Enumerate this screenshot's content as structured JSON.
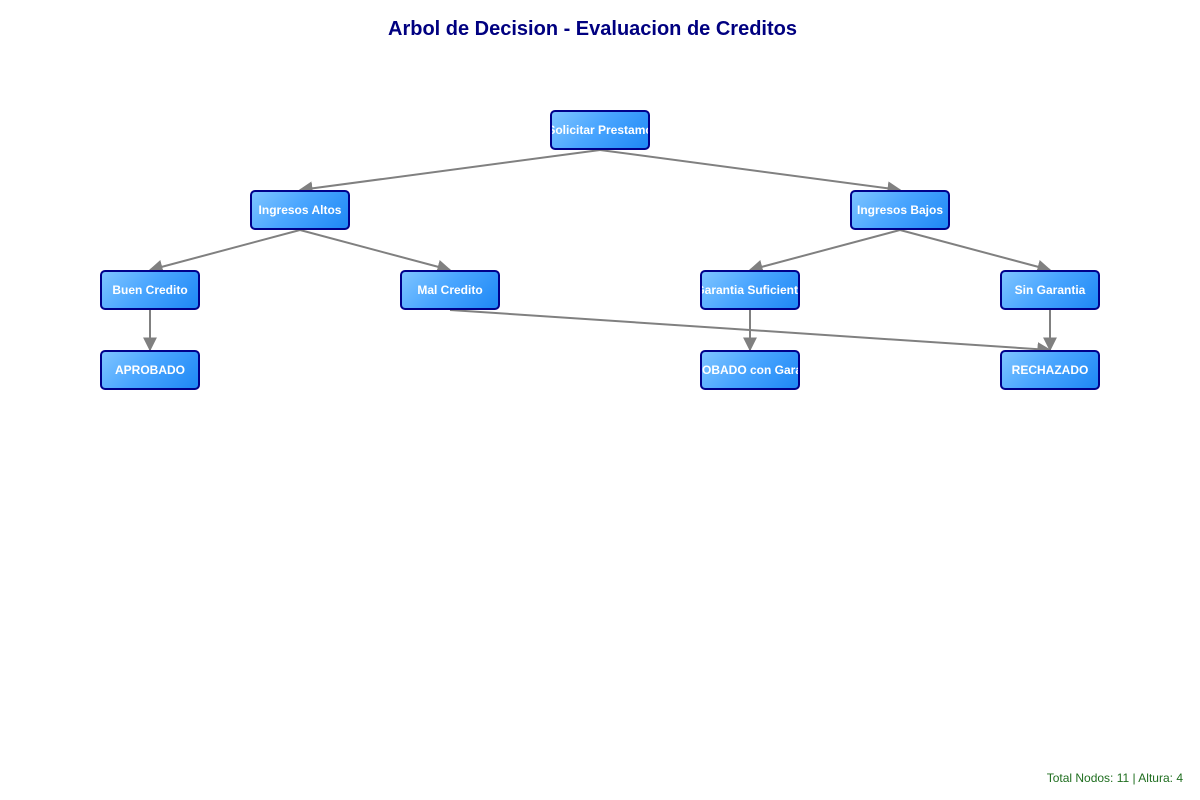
{
  "title": "Arbol de Decision - Evaluacion de Creditos",
  "nodes": {
    "root": "Solicitar Prestamo",
    "ingresos_altos": "Ingresos Altos",
    "ingresos_bajos": "Ingresos Bajos",
    "buen_credito": "Buen Credito",
    "mal_credito": "Mal Credito",
    "garantia_suficiente": "Garantia Suficiente",
    "sin_garantia": "Sin Garantia",
    "aprobado": "APROBADO",
    "aprobado_garantia": "APROBADO con Garantia",
    "rechazado": "RECHAZADO"
  },
  "edges": [
    [
      "root",
      "ingresos_altos"
    ],
    [
      "root",
      "ingresos_bajos"
    ],
    [
      "ingresos_altos",
      "buen_credito"
    ],
    [
      "ingresos_altos",
      "mal_credito"
    ],
    [
      "ingresos_bajos",
      "garantia_suficiente"
    ],
    [
      "ingresos_bajos",
      "sin_garantia"
    ],
    [
      "buen_credito",
      "aprobado"
    ],
    [
      "mal_credito",
      "rechazado"
    ],
    [
      "garantia_suficiente",
      "aprobado_garantia"
    ],
    [
      "sin_garantia",
      "rechazado"
    ]
  ],
  "footer": {
    "text": "Total Nodos: 11 | Altura: 4"
  },
  "colors": {
    "title": "#000080",
    "node_border": "#00008b",
    "node_fill": "#4aa6ff",
    "edge": "#808080",
    "footer": "#1f6e1f"
  }
}
